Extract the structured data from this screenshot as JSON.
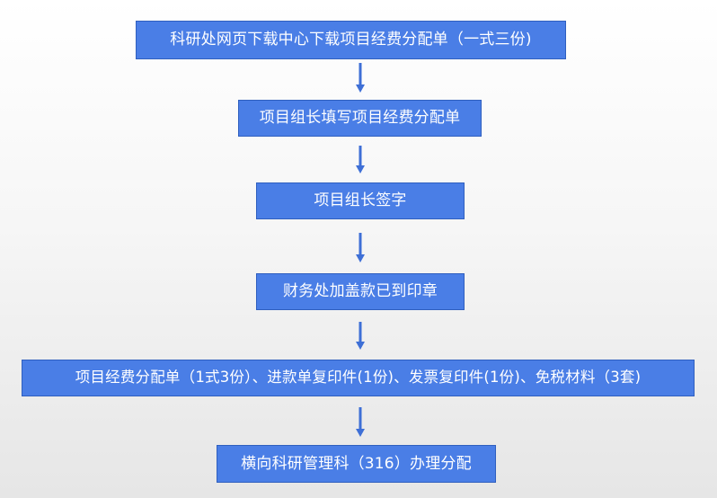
{
  "flowchart": {
    "steps": [
      {
        "label": "科研处网页下载中心下载项目经费分配单（一式三份)"
      },
      {
        "label": "项目组长填写项目经费分配单"
      },
      {
        "label": "项目组长签字"
      },
      {
        "label": "财务处加盖款已到印章"
      },
      {
        "label": "项目经费分配单（1式3份）、进款单复印件(1份)、发票复印件(1份)、免税材料（3套)"
      },
      {
        "label": "横向科研管理科（316）办理分配"
      }
    ],
    "colors": {
      "box_fill": "#4a7ee6",
      "box_border": "#2f5fbf",
      "arrow": "#3e6fd6",
      "text": "#ffffff"
    }
  }
}
